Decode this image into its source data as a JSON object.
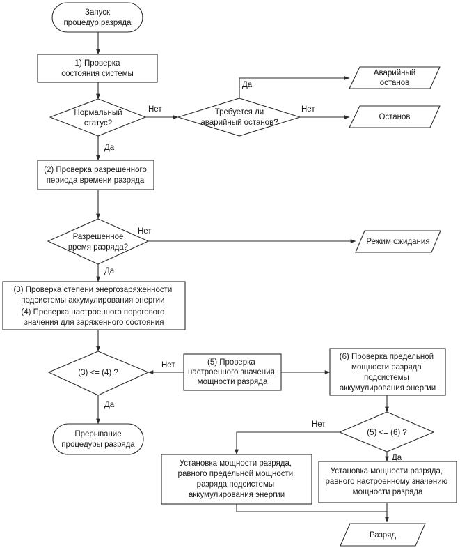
{
  "nodes": {
    "start": [
      "Запуск",
      "процедур разряда"
    ],
    "check_system": [
      "1) Проверка",
      "состояния системы"
    ],
    "normal_status": [
      "Нормальный",
      "статус?"
    ],
    "need_emergency": [
      "Требуется ли",
      "аварийный останов?"
    ],
    "emergency_stop": [
      "Аварийный",
      "останов"
    ],
    "stop": [
      "Останов"
    ],
    "check_period": [
      "(2) Проверка разрешенного",
      "периода времени разряда"
    ],
    "allowed_time": [
      "Разрешенное",
      "время разряда?"
    ],
    "standby": [
      "Режим ожидания"
    ],
    "check_charge": [
      "(3) Проверка степени энергозаряженности",
      "подсистемы аккумулирования энергии",
      "(4) Проверка настроенного порогового",
      "значения для заряженного состояния"
    ],
    "compare_3_4": [
      "(3) <= (4) ?"
    ],
    "interrupt": [
      "Прерывание",
      "процедуры разряда"
    ],
    "check_power": [
      "(5) Проверка",
      "настроенного значения",
      "мощности разряда"
    ],
    "check_limit": [
      "(6) Проверка предельной",
      "мощности разряда",
      "подсистемы",
      "аккумулирования энергии"
    ],
    "compare_5_6": [
      "(5) <= (6) ?"
    ],
    "set_limit": [
      "Установка мощности разряда,",
      "равного предельной мощности",
      "разряда подсистемы",
      "аккумулирования энергии"
    ],
    "set_configured": [
      "Установка мощности разряда,",
      "равного настроенному значению",
      "мощности разряда"
    ],
    "discharge": [
      "Разряд"
    ]
  },
  "labels": {
    "no_1": "Нет",
    "yes_1": "Да",
    "yes_emergency": "Да",
    "no_emergency": "Нет",
    "no_time": "Нет",
    "yes_time": "Да",
    "no_3_4": "Нет",
    "yes_3_4": "Да",
    "no_5_6": "Нет",
    "yes_5_6": "Да"
  }
}
